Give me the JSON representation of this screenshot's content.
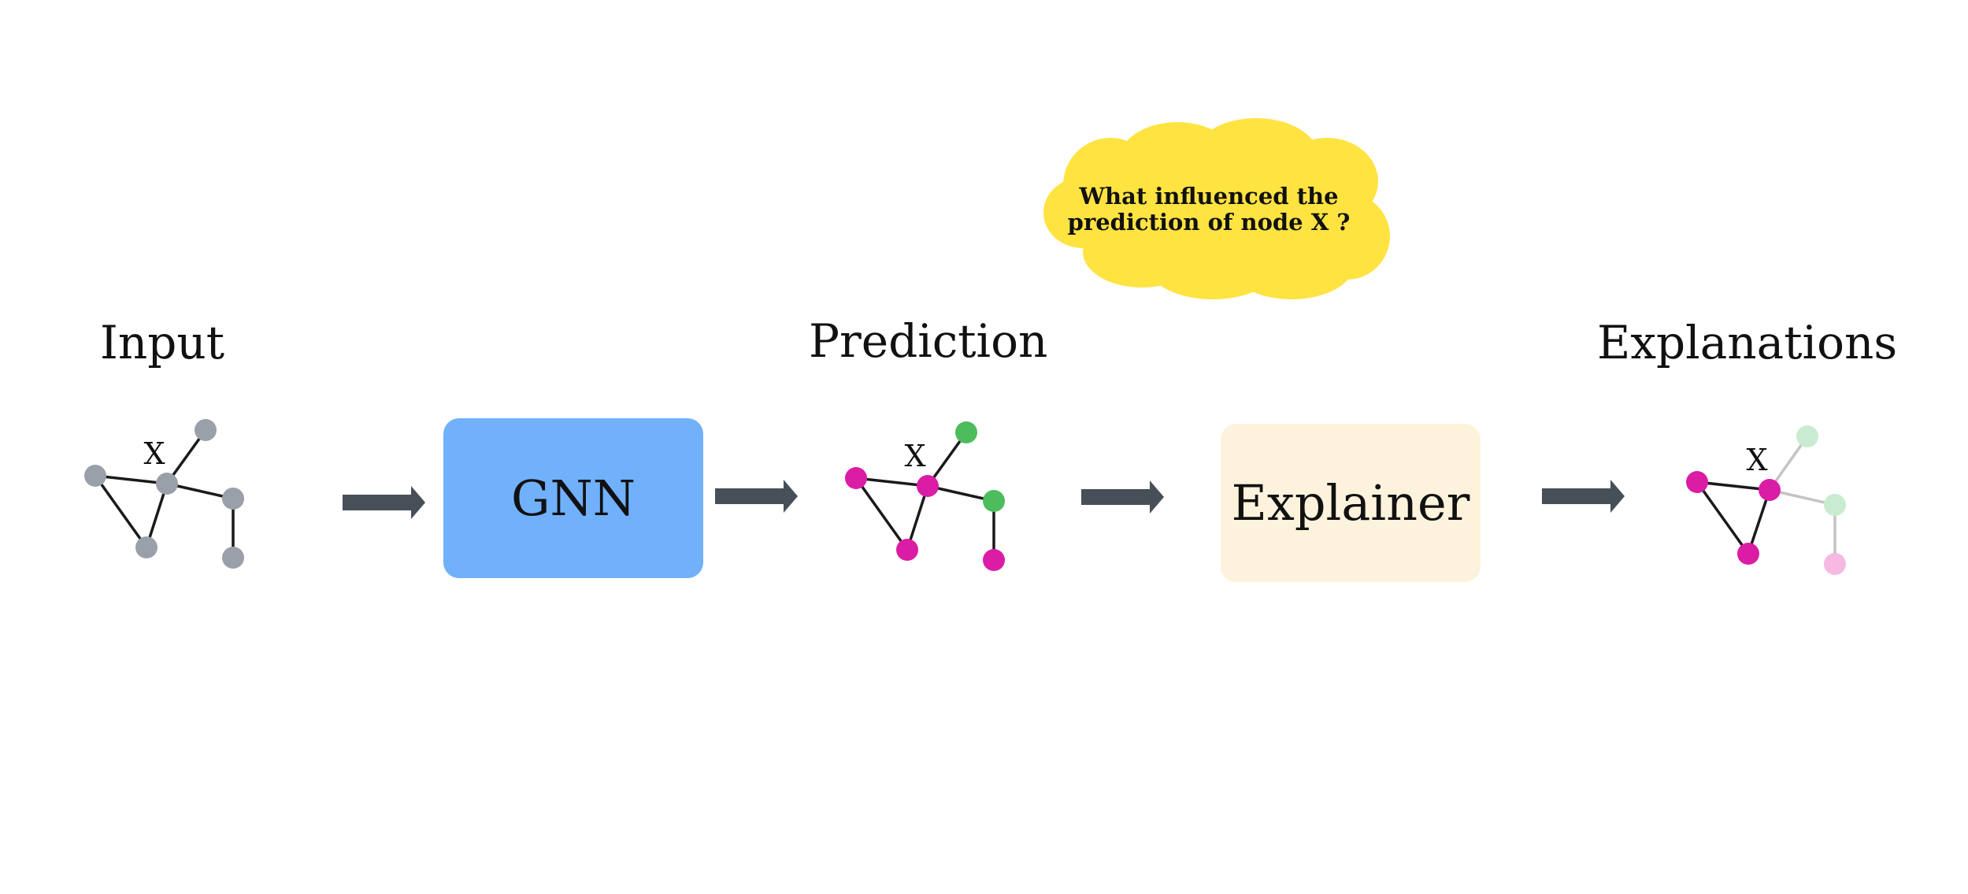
{
  "titles": {
    "input": "Input",
    "prediction": "Prediction",
    "explanations": "Explanations"
  },
  "boxes": {
    "gnn": "GNN",
    "explainer": "Explainer"
  },
  "cloud": {
    "line1": "What influenced the",
    "line2": "prediction of node X ?"
  },
  "node_label": "X",
  "colors": {
    "gray_node": "#9aa0aa",
    "magenta_node": "#db1ca5",
    "green_node": "#4cbc5c",
    "faded_green_node": "#c9ecd0",
    "faded_magenta_node": "#f6b9e2",
    "edge": "#1a1a1a",
    "faded_edge": "#c4c4c4",
    "arrow": "#474f59",
    "gnn_box": "#71b1fc",
    "explainer_box": "#fdf3dc",
    "cloud": "#ffe341"
  }
}
